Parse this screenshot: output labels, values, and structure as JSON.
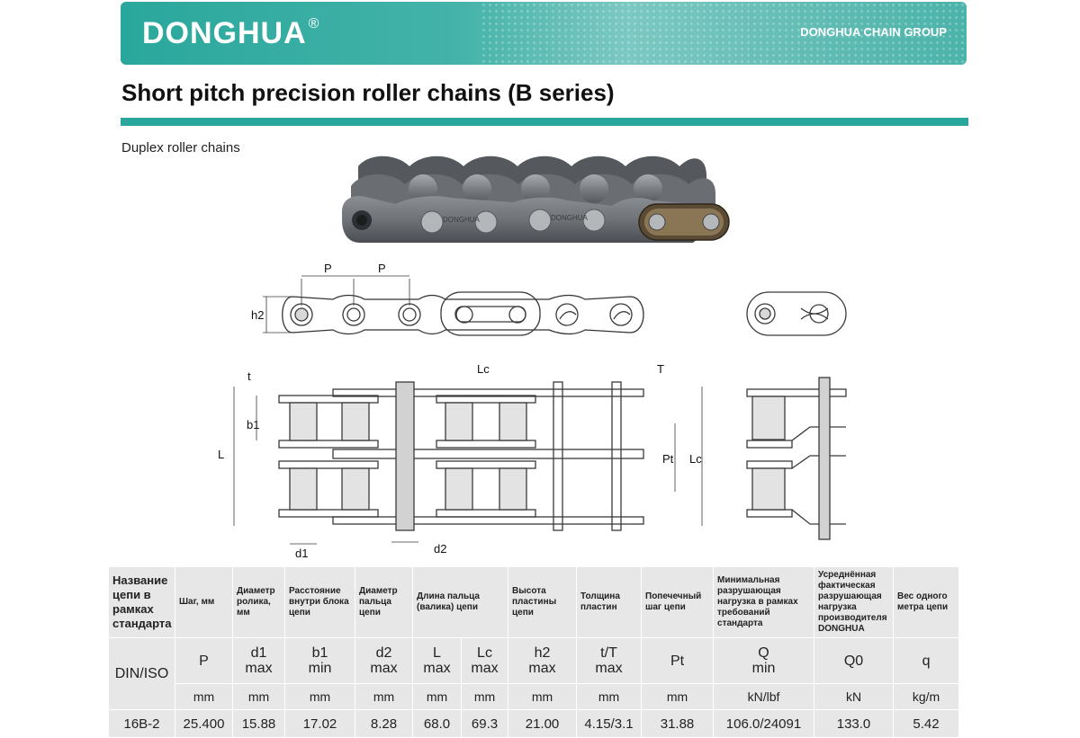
{
  "header": {
    "brand": "DONGHUA",
    "brand_mark": "®",
    "group": "DONGHUA CHAIN GROUP",
    "accent": "#2aa79c"
  },
  "page": {
    "title": "Short pitch precision roller chains (B series)",
    "subtitle": "Duplex roller chains"
  },
  "photo": {
    "plate_marking_1": "DONGHUA",
    "plate_marking_2": "DONGHUA"
  },
  "diagram_labels": {
    "p1": "P",
    "p2": "P",
    "h2": "h2",
    "t": "t",
    "lc_top": "Lc",
    "T": "T",
    "b1": "b1",
    "L": "L",
    "Pt": "Pt",
    "Lc_right": "Lc",
    "d1": "d1",
    "d2": "d2"
  },
  "table": {
    "name_header": "Название цепи в рамках стандарта",
    "din_label": "DIN/ISO",
    "columns": [
      {
        "desc": "Шаг, мм",
        "symbol": "P",
        "sub": "",
        "unit": "mm",
        "value": "25.400"
      },
      {
        "desc": "Диаметр ролика, мм",
        "symbol": "d1",
        "sub": "max",
        "unit": "mm",
        "value": "15.88"
      },
      {
        "desc": "Расстояние внутри блока цепи",
        "symbol": "b1",
        "sub": "min",
        "unit": "mm",
        "value": "17.02"
      },
      {
        "desc": "Диаметр пальца цепи",
        "symbol": "d2",
        "sub": "max",
        "unit": "mm",
        "value": "8.28"
      },
      {
        "desc": "Длина пальца (валика) цепи",
        "symbol": "L",
        "sub": "max",
        "unit": "mm",
        "value": "68.0"
      },
      {
        "desc": "",
        "symbol": "Lc",
        "sub": "max",
        "unit": "mm",
        "value": "69.3"
      },
      {
        "desc": "Высота пластины цепи",
        "symbol": "h2",
        "sub": "max",
        "unit": "mm",
        "value": "21.00"
      },
      {
        "desc": "Толщина пластин",
        "symbol": "t/T",
        "sub": "max",
        "unit": "mm",
        "value": "4.15/3.1"
      },
      {
        "desc": "Попечечный шаг цепи",
        "symbol": "Pt",
        "sub": "",
        "unit": "mm",
        "value": "31.88"
      },
      {
        "desc": "Минимальная разрушающая нагрузка в рамках требований стандарта",
        "symbol": "Q",
        "sub": "min",
        "unit": "kN/lbf",
        "value": "106.0/24091"
      },
      {
        "desc": "Усреднённая фактическая разрушающая нагрузка производителя DONGHUA",
        "symbol": "Q0",
        "sub": "",
        "unit": "kN",
        "value": "133.0"
      },
      {
        "desc": "Вес одного метра цепи",
        "symbol": "q",
        "sub": "",
        "unit": "kg/m",
        "value": "5.42"
      }
    ],
    "row_name": "16B-2"
  }
}
